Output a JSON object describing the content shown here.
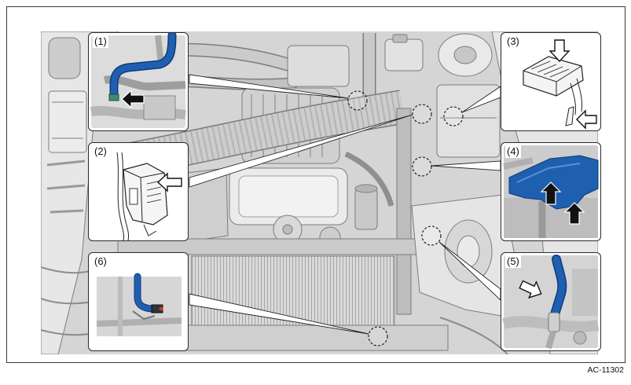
{
  "figure": {
    "callouts": [
      {
        "label": "(1)",
        "arrow_icons": [
          "solid-arrow-left-icon"
        ]
      },
      {
        "label": "(2)",
        "arrow_icons": [
          "outline-arrow-left-icon"
        ]
      },
      {
        "label": "(3)",
        "arrow_icons": [
          "outline-arrow-down-icon",
          "outline-arrow-left-icon"
        ]
      },
      {
        "label": "(4)",
        "arrow_icons": [
          "solid-arrow-up-icon",
          "solid-arrow-up-icon"
        ]
      },
      {
        "label": "(5)",
        "arrow_icons": [
          "outline-arrow-right-icon"
        ]
      },
      {
        "label": "(6)",
        "arrow_icons": []
      }
    ],
    "figure_code": "AC-11302"
  },
  "colors": {
    "hose_blue": "#1f5fb0",
    "outline": "#222222",
    "background": "#ffffff"
  }
}
